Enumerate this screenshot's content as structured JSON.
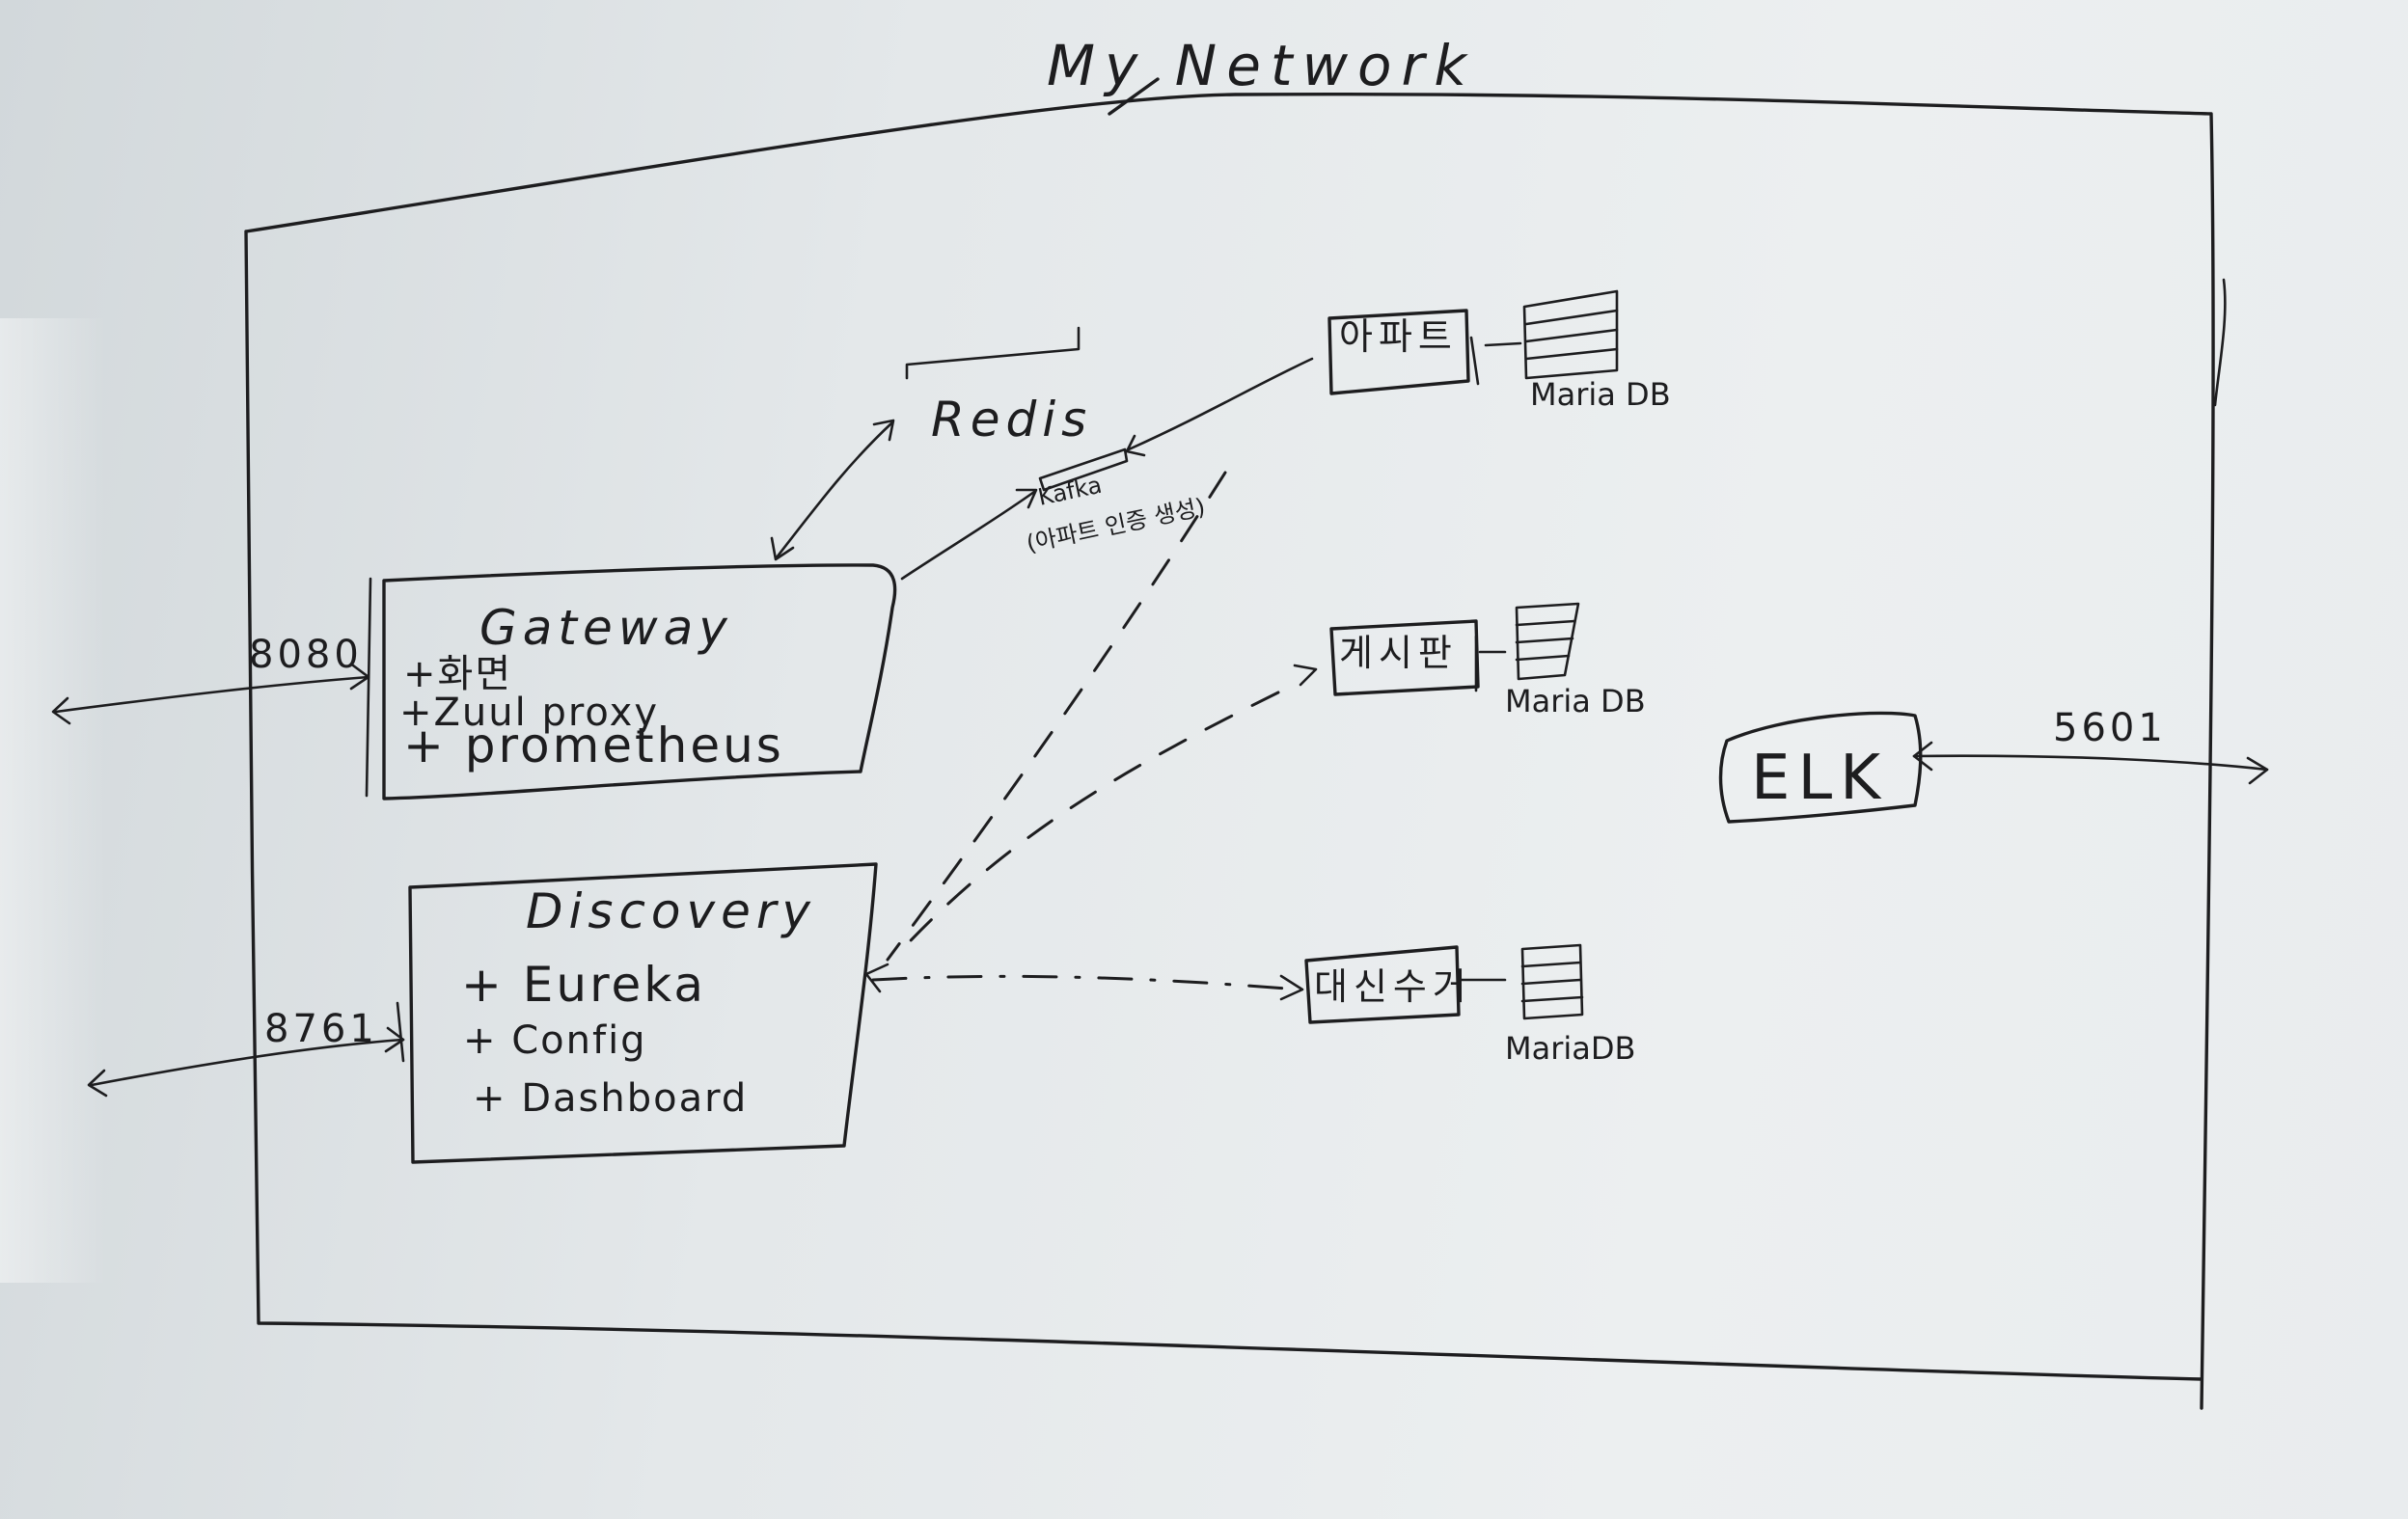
{
  "title": "My Network",
  "gateway": {
    "heading": "Gateway",
    "port": "8080",
    "items": [
      "+화면",
      "+Zuul proxy",
      "+ prometheus"
    ]
  },
  "discovery": {
    "heading": "Discovery",
    "port": "8761",
    "items": [
      "+ Eureka",
      "+ Config",
      "+ Dashboard"
    ]
  },
  "redis": {
    "label": "Redis"
  },
  "kafka": {
    "label": "Kafka",
    "note": "(아파트 인증 생성)"
  },
  "services": [
    {
      "name": "아파트",
      "db": "Maria DB"
    },
    {
      "name": "게시판",
      "db": "Maria DB"
    },
    {
      "name": "대신수거",
      "db": "MariaDB"
    }
  ],
  "elk": {
    "label": "ELK",
    "port": "5601"
  }
}
